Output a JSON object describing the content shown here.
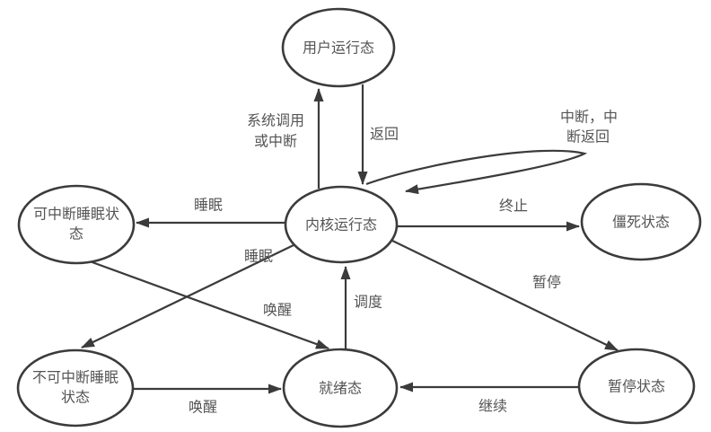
{
  "diagram": {
    "type": "state-diagram",
    "description": "Linux process state transition diagram",
    "background": "#ffffff",
    "stroke_color": "#3b3b3b",
    "text_color": "#555555"
  },
  "nodes": {
    "user_running": {
      "label": "用户运行态"
    },
    "kernel_running": {
      "label": "内核运行态"
    },
    "interruptible_sleep": {
      "label_lines": [
        "可中断睡眠状",
        "态"
      ]
    },
    "zombie": {
      "label": "僵死状态"
    },
    "uninterruptible_sleep": {
      "label_lines": [
        "不可中断睡眠",
        "状态"
      ]
    },
    "ready": {
      "label": "就绪态"
    },
    "stopped": {
      "label": "暂停状态"
    }
  },
  "edges": {
    "syscall": {
      "label_lines": [
        "系统调用",
        "或中断"
      ],
      "from": "kernel_running",
      "to": "user_running"
    },
    "return": {
      "label": "返回",
      "from": "user_running",
      "to": "kernel_running"
    },
    "interrupt_loop": {
      "label_lines": [
        "中断，中",
        "断返回"
      ],
      "from": "kernel_running",
      "to": "kernel_running"
    },
    "terminate": {
      "label": "终止",
      "from": "kernel_running",
      "to": "zombie"
    },
    "sleep_interruptible": {
      "label": "睡眠",
      "from": "kernel_running",
      "to": "interruptible_sleep"
    },
    "sleep_uninterruptible": {
      "label": "睡眠",
      "from": "kernel_running",
      "to": "uninterruptible_sleep"
    },
    "wake_from_interruptible": {
      "label": "唤醒",
      "from": "interruptible_sleep",
      "to": "ready"
    },
    "wake_from_uninterruptible": {
      "label": "唤醒",
      "from": "uninterruptible_sleep",
      "to": "ready"
    },
    "schedule": {
      "label": "调度",
      "from": "ready",
      "to": "kernel_running"
    },
    "pause": {
      "label": "暂停",
      "from": "kernel_running",
      "to": "stopped"
    },
    "continue": {
      "label": "继续",
      "from": "stopped",
      "to": "ready"
    }
  }
}
